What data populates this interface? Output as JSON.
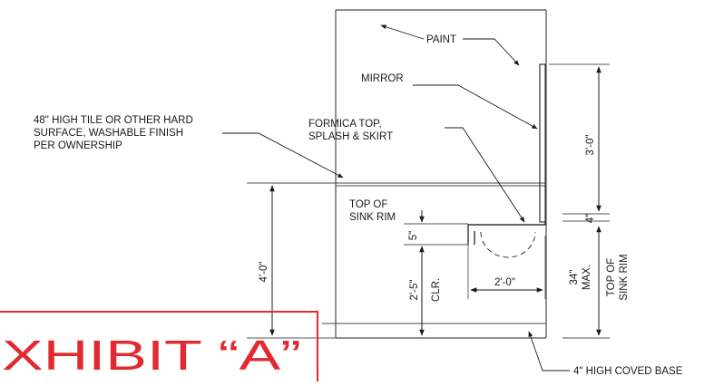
{
  "labels": {
    "paint": "PAINT",
    "mirror": "MIRROR",
    "tile_line1": "48\" HIGH TILE OR OTHER HARD",
    "tile_line2": "SURFACE, WASHABLE FINISH",
    "tile_line3": "PER OWNERSHIP",
    "formica_line1": "FORMICA TOP,",
    "formica_line2": "SPLASH & SKIRT",
    "sink_rim_line1": "TOP OF",
    "sink_rim_line2": "SINK RIM",
    "base": "4\" HIGH COVED BASE"
  },
  "dimensions": {
    "mirror_height": "3'-0\"",
    "splash": "4\"",
    "sink_depth": "5\"",
    "tile_height": "4'-0\"",
    "clearance_value": "2'-5\"",
    "clearance_label": "CLR.",
    "sink_width": "2'-0\"",
    "rim_max_value": "34\"",
    "rim_max_label": "MAX.",
    "rim_top_line1": "TOP OF",
    "rim_top_line2": "SINK RIM"
  },
  "stamp": {
    "text": "XHIBIT “A”",
    "color": "#e12a2f"
  }
}
